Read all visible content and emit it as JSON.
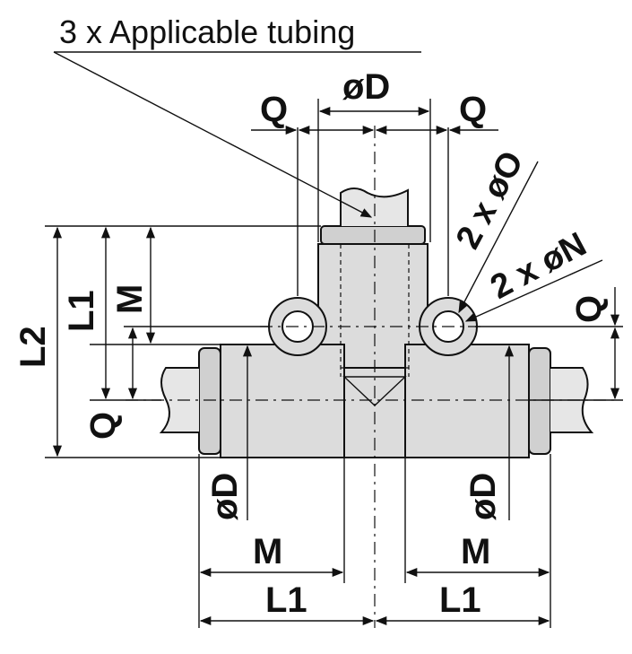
{
  "title": "3 x Applicable tubing",
  "colors": {
    "body_fill": "#dcdcdc",
    "tube_fill": "#e6e6e6",
    "line": "#111111"
  },
  "dimensions": {
    "phiD_top": "øD",
    "Q_top_left": "Q",
    "Q_top_right": "Q",
    "phiO": "2 x øO",
    "phiN": "2 x øN",
    "Q_right": "Q",
    "L2": "L2",
    "L1_left": "L1",
    "M_left": "M",
    "Q_left": "Q",
    "phiD_left": "øD",
    "phiD_right": "øD",
    "M_bottom_left": "M",
    "M_bottom_right": "M",
    "L1_bottom_left": "L1",
    "L1_bottom_right": "L1"
  }
}
